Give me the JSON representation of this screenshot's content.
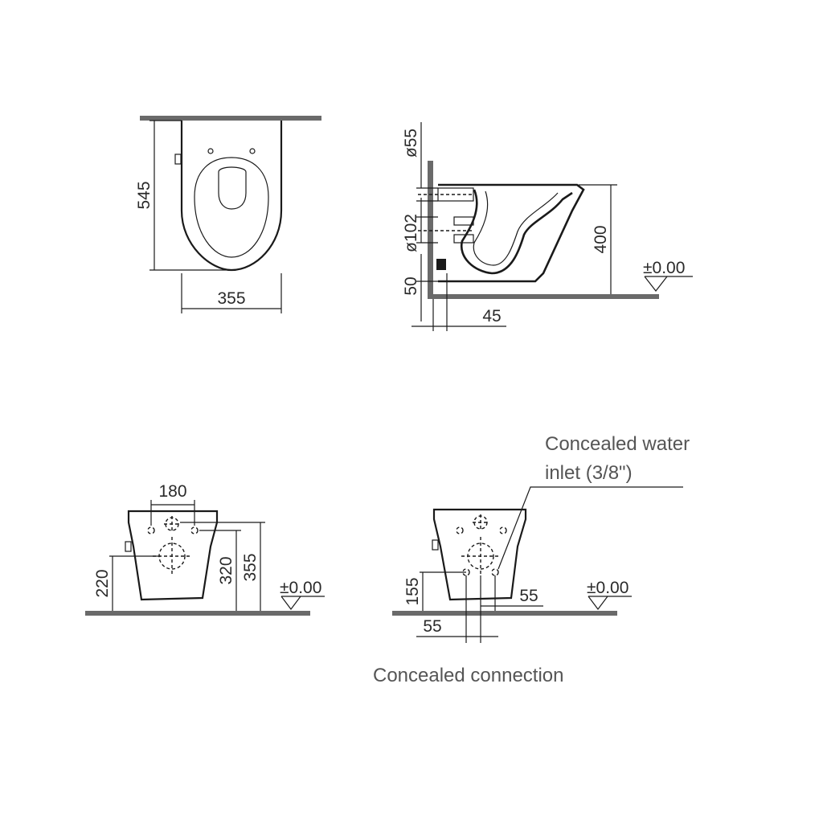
{
  "top_view": {
    "depth": "545",
    "width": "355"
  },
  "side_view": {
    "waste_diameter": "ø55",
    "outlet_diameter": "ø102",
    "bottom_offset": "50",
    "height": "400",
    "wall_offset": "45",
    "floor_level": "±0.00"
  },
  "rear_view": {
    "bolt_spacing": "180",
    "bolt_height": "220",
    "outlet_height": "320",
    "overall_height": "355",
    "floor_level": "±0.00"
  },
  "concealed_view": {
    "inlet_label_line1": "Concealed water",
    "inlet_label_line2": "inlet (3/8\")",
    "inlet_height": "155",
    "inlet_offset_right": "55",
    "inlet_offset_left": "55",
    "floor_level": "±0.00",
    "caption": "Concealed connection"
  },
  "colors": {
    "line": "#1a1a1a",
    "floor": "#6a6a6a",
    "note_text": "#555555"
  }
}
